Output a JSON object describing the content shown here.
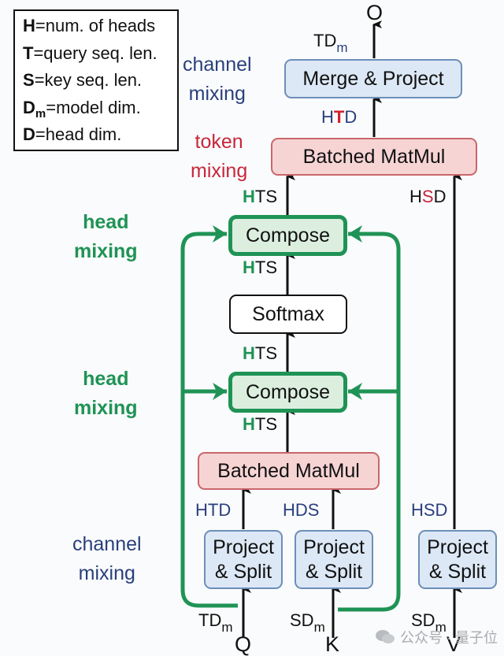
{
  "legend": {
    "items": [
      {
        "symbol": "H",
        "sub": "",
        "text": "=num. of heads"
      },
      {
        "symbol": "T",
        "sub": "",
        "text": "=query seq. len."
      },
      {
        "symbol": "S",
        "sub": "",
        "text": "=key seq. len."
      },
      {
        "symbol": "D",
        "sub": "m",
        "text": "=model dim."
      },
      {
        "symbol": "D",
        "sub": "",
        "text": "=head dim."
      }
    ]
  },
  "annotations": {
    "channel_mixing_top": [
      "channel",
      "mixing"
    ],
    "token_mixing": [
      "token",
      "mixing"
    ],
    "head_mixing_1": [
      "head",
      "mixing"
    ],
    "head_mixing_2": [
      "head",
      "mixing"
    ],
    "channel_mixing_bottom": [
      "channel",
      "mixing"
    ]
  },
  "blocks": {
    "merge_project": "Merge & Project",
    "batched_matmul_top": "Batched MatMul",
    "compose_top": "Compose",
    "softmax": "Softmax",
    "compose_bottom": "Compose",
    "batched_matmul_bottom": "Batched MatMul",
    "project_split_q": [
      "Project",
      "& Split"
    ],
    "project_split_k": [
      "Project",
      "& Split"
    ],
    "project_split_v": [
      "Project",
      "& Split"
    ]
  },
  "dims": {
    "output": {
      "main": "TD",
      "sub": "m"
    },
    "merge_in": {
      "a": "H",
      "b": "T",
      "c": "D"
    },
    "matmul_top_in": {
      "a": "H",
      "b": "TS"
    },
    "v_path": {
      "a": "H",
      "b": "S",
      "c": "D"
    },
    "compose_top_in": {
      "a": "H",
      "b": "TS"
    },
    "softmax_in": {
      "a": "H",
      "b": "TS"
    },
    "compose_bottom_in": {
      "a": "H",
      "b": "TS"
    },
    "q_proj_out": "HTD",
    "k_proj_out": "HDS",
    "v_proj_out": "HSD",
    "q_in": {
      "main": "TD",
      "sub": "m"
    },
    "k_in": {
      "main": "SD",
      "sub": "m"
    },
    "v_in": {
      "main": "SD",
      "sub": "m"
    }
  },
  "io": {
    "output": "O",
    "query": "Q",
    "key": "K",
    "value": "V"
  },
  "colors": {
    "channel_mixing": "#2a3f7d",
    "token_mixing": "#c7273b",
    "head_mixing": "#1f9355",
    "blue_block": "#dce8f5",
    "red_block": "#f7d4d4",
    "green_block": "#dcefdf"
  },
  "watermark": "公众号 · 量子位"
}
